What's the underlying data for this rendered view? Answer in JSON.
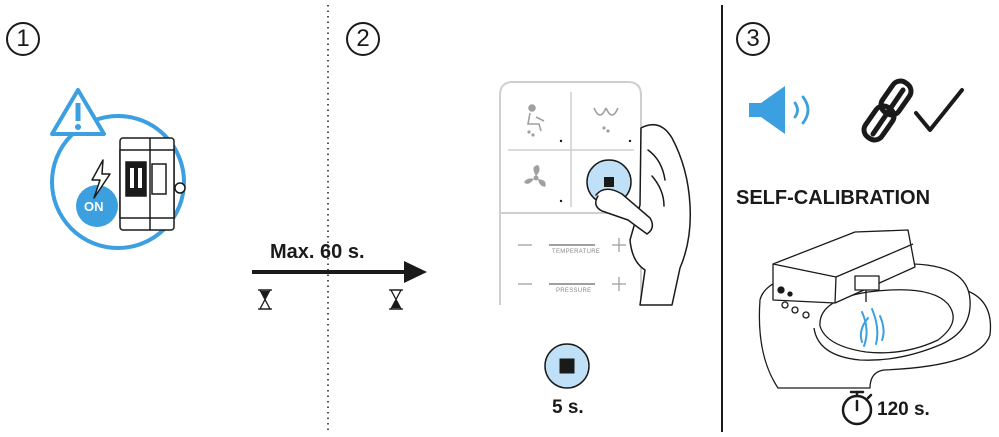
{
  "colors": {
    "accent": "#3b9fe0",
    "accent_light": "#bfe0f7",
    "ink": "#1a1a1a",
    "remote_gray": "#cfcfcf"
  },
  "steps": [
    {
      "number": "1",
      "badge": "ON",
      "icons": [
        "warning-icon",
        "circuit-breaker-icon",
        "lightning-icon"
      ]
    },
    {
      "number": "2",
      "timer_label": "Max. 60 s.",
      "hold_label": "5 s.",
      "remote": {
        "temperature_label": "TEMPERATURE",
        "pressure_label": "PRESSURE",
        "minus": "—",
        "plus": "+"
      },
      "icons": [
        "arrow-right-icon",
        "hourglass-full-icon",
        "hourglass-empty-icon",
        "stop-button-icon",
        "hand-icon"
      ]
    },
    {
      "number": "3",
      "title": "SELF-CALIBRATION",
      "duration_label": "120 s.",
      "icons": [
        "speaker-icon",
        "link-icon",
        "checkmark-icon",
        "toilet-icon",
        "stopwatch-icon"
      ]
    }
  ]
}
